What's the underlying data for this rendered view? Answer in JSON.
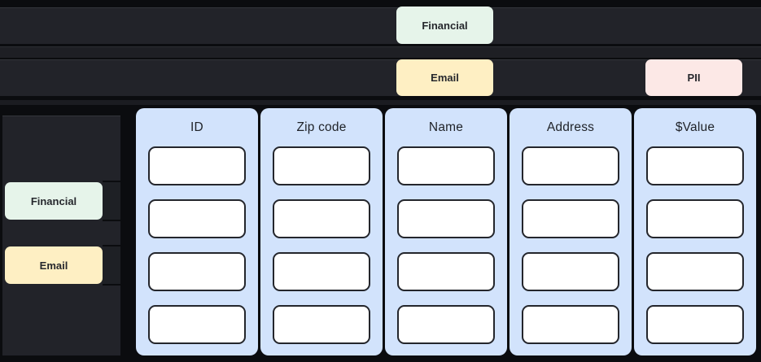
{
  "top_rows": {
    "financial_tag": {
      "label": "Financial",
      "type": "financial"
    },
    "email_tag": {
      "label": "Email",
      "type": "email"
    },
    "pii_tag": {
      "label": "PII",
      "type": "pii"
    }
  },
  "sidebar": {
    "tags": [
      {
        "label": "Financial",
        "type": "financial"
      },
      {
        "label": "Email",
        "type": "email"
      }
    ]
  },
  "table": {
    "columns": [
      {
        "header": "ID",
        "cells": [
          "",
          "",
          "",
          ""
        ]
      },
      {
        "header": "Zip code",
        "cells": [
          "",
          "",
          "",
          ""
        ]
      },
      {
        "header": "Name",
        "cells": [
          "",
          "",
          "",
          ""
        ]
      },
      {
        "header": "Address",
        "cells": [
          "",
          "",
          "",
          ""
        ]
      },
      {
        "header": "$Value",
        "cells": [
          "",
          "",
          "",
          ""
        ]
      }
    ],
    "rows_per_column": 4
  },
  "colors": {
    "background": "#0b0c0f",
    "row_band": "#222329",
    "panel": "#222329",
    "financial_tag": "#e6f4ea",
    "email_tag": "#feefc3",
    "pii_tag": "#fce8e6",
    "column_fill": "#d2e3fc",
    "cell_fill": "#ffffff",
    "tag_text": "#26282d",
    "header_text": "#1f2228"
  }
}
